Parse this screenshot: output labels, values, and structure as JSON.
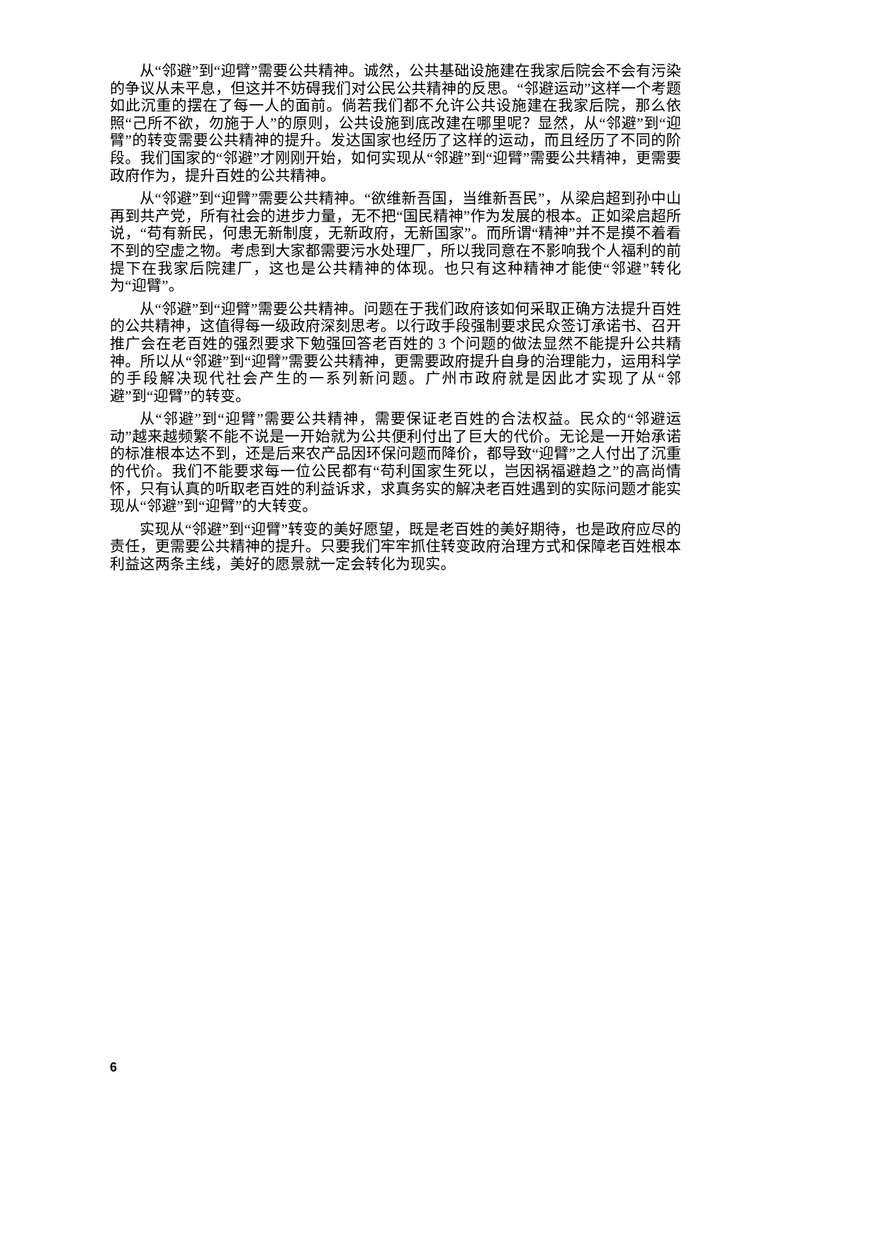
{
  "page": {
    "number": "6"
  },
  "document": {
    "paragraphs": [
      "从“邻避”到“迎臂”需要公共精神。诚然，公共基础设施建在我家后院会不会有污染的争议从未平息，但这并不妨碍我们对公民公共精神的反思。“邻避运动”这样一个考题如此沉重的摆在了每一人的面前。倘若我们都不允许公共设施建在我家后院，那么依照“己所不欲，勿施于人”的原则，公共设施到底改建在哪里呢？显然，从“邻避”到“迎臂”的转变需要公共精神的提升。发达国家也经历了这样的运动，而且经历了不同的阶段。我们国家的“邻避”才刚刚开始，如何实现从“邻避”到“迎臂”需要公共精神，更需要政府作为，提升百姓的公共精神。",
      "从“邻避”到“迎臂”需要公共精神。“欲维新吾国，当维新吾民”，从梁启超到孙中山再到共产党，所有社会的进步力量，无不把“国民精神”作为发展的根本。正如梁启超所说，“苟有新民，何患无新制度，无新政府，无新国家”。而所谓“精神”并不是摸不着看不到的空虚之物。考虑到大家都需要污水处理厂，所以我同意在不影响我个人福利的前提下在我家后院建厂，这也是公共精神的体现。也只有这种精神才能使“邻避”转化为“迎臂”。",
      "从“邻避”到“迎臂”需要公共精神。问题在于我们政府该如何采取正确方法提升百姓的公共精神，这值得每一级政府深刻思考。以行政手段强制要求民众签订承诺书、召开推广会在老百姓的强烈要求下勉强回答老百姓的 3 个问题的做法显然不能提升公共精神。所以从“邻避”到“迎臂”需要公共精神，更需要政府提升自身的治理能力，运用科学的手段解决现代社会产生的一系列新问题。广州市政府就是因此才实现了从“邻避”到“迎臂”的转变。",
      "从“邻避”到“迎臂”需要公共精神，需要保证老百姓的合法权益。民众的“邻避运动”越来越频繁不能不说是一开始就为公共便利付出了巨大的代价。无论是一开始承诺的标准根本达不到，还是后来农产品因环保问题而降价，都导致“迎臂”之人付出了沉重的代价。我们不能要求每一位公民都有“苟利国家生死以，岂因祸福避趋之”的高尚情怀，只有认真的听取老百姓的利益诉求，求真务实的解决老百姓遇到的实际问题才能实现从“邻避”到“迎臂”的大转变。",
      "实现从“邻避”到“迎臂”转变的美好愿望，既是老百姓的美好期待，也是政府应尽的责任，更需要公共精神的提升。只要我们牢牢抓住转变政府治理方式和保障老百姓根本利益这两条主线，美好的愿景就一定会转化为现实。"
    ]
  }
}
